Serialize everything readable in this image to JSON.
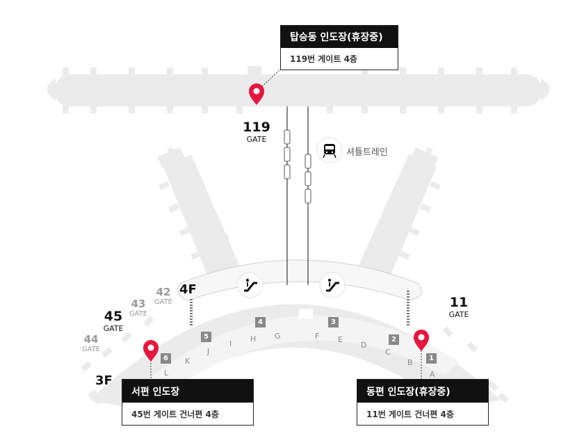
{
  "colors": {
    "accent": "#e5173f",
    "terminal": "#ebebeb",
    "badge": "#888888"
  },
  "callouts": {
    "top": {
      "title": "탑승동 인도장(휴장중)",
      "detail": "119번 게이트 4층"
    },
    "west": {
      "title": "서편 인도장",
      "detail": "45번 게이트 건너편 4층"
    },
    "east": {
      "title": "동편 인도장(휴장중)",
      "detail": "11번 게이트 건너편 4층"
    }
  },
  "gates": {
    "g119": {
      "num": "119",
      "label": "GATE"
    },
    "g45": {
      "num": "45",
      "label": "GATE"
    },
    "g44": {
      "num": "44",
      "label": "GATE"
    },
    "g43": {
      "num": "43",
      "label": "GATE"
    },
    "g42": {
      "num": "42",
      "label": "GATE"
    },
    "g11": {
      "num": "11",
      "label": "GATE"
    }
  },
  "shuttle": {
    "label": "셔틀트레인",
    "icon": "train-icon"
  },
  "floors": {
    "f4": "4F",
    "f3": "3F"
  },
  "icons": {
    "escalator": "escalator-icon",
    "pin": "location-pin-icon"
  },
  "badges": [
    "1",
    "2",
    "3",
    "4",
    "5",
    "6"
  ],
  "counters": [
    "A",
    "B",
    "C",
    "D",
    "E",
    "F",
    "G",
    "H",
    "I",
    "J",
    "K",
    "L"
  ]
}
